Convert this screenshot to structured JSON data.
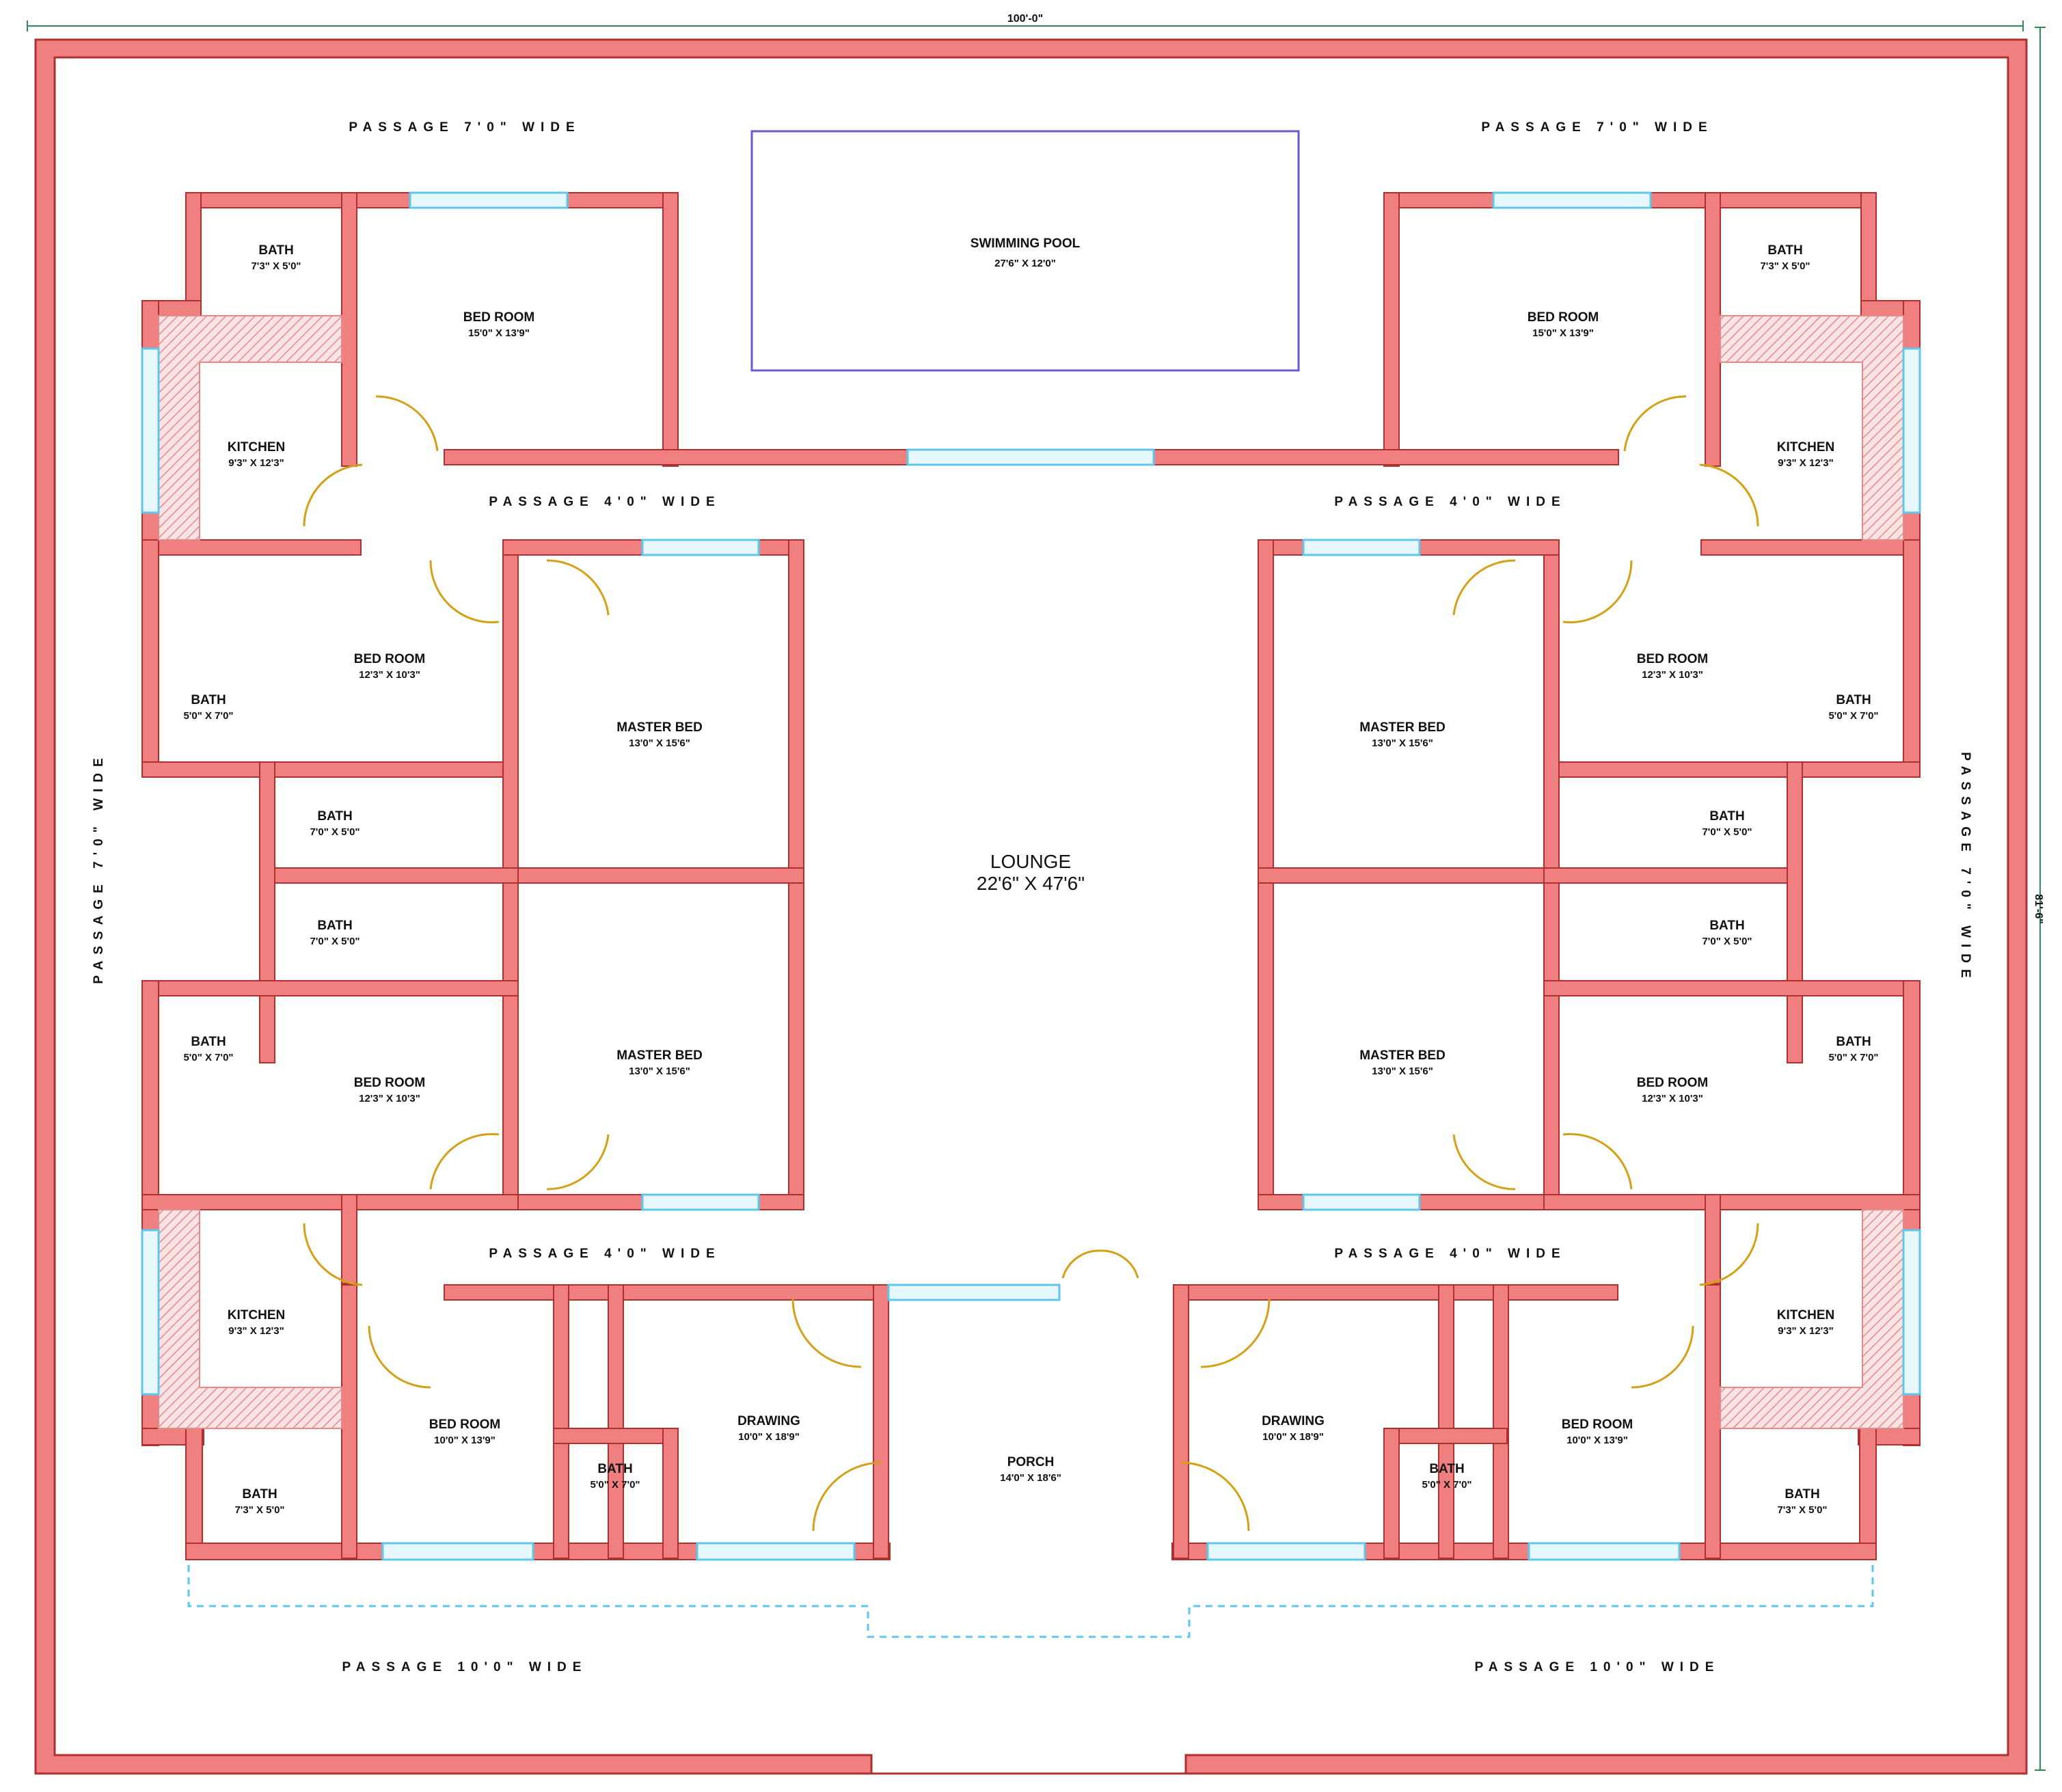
{
  "overall": {
    "width_dim": "100'-0\"",
    "height_dim": "81'-6\""
  },
  "colors": {
    "wall": "#f08080",
    "wall_stroke": "#b03030",
    "window": "#5fc6ec",
    "door": "#d4a017",
    "pool": "#6a5acd",
    "hatch": "#e8a0a0"
  },
  "labels": {
    "pool": {
      "name": "SWIMMING POOL",
      "dim": "27'6\" X 12'0\""
    },
    "lounge": {
      "name": "LOUNGE",
      "dim": "22'6\" X 47'6\""
    },
    "porch": {
      "name": "PORCH",
      "dim": "14'0\" X 18'6\""
    },
    "top_left_bath": {
      "name": "BATH",
      "dim": "7'3\" X 5'0\""
    },
    "top_right_bath": {
      "name": "BATH",
      "dim": "7'3\" X 5'0\""
    },
    "top_left_bed": {
      "name": "BED ROOM",
      "dim": "15'0\" X 13'9\""
    },
    "top_right_bed": {
      "name": "BED ROOM",
      "dim": "15'0\" X 13'9\""
    },
    "top_left_kitchen": {
      "name": "KITCHEN",
      "dim": "9'3\" X 12'3\""
    },
    "top_right_kitchen": {
      "name": "KITCHEN",
      "dim": "9'3\" X 12'3\""
    },
    "left_upper_bed": {
      "name": "BED ROOM",
      "dim": "12'3\" X 10'3\""
    },
    "left_upper_bath_small": {
      "name": "BATH",
      "dim": "5'0\" X 7'0\""
    },
    "left_upper_master": {
      "name": "MASTER BED",
      "dim": "13'0\" X 15'6\""
    },
    "left_mid_bath_a": {
      "name": "BATH",
      "dim": "7'0\" X 5'0\""
    },
    "left_mid_bath_b": {
      "name": "BATH",
      "dim": "7'0\" X 5'0\""
    },
    "left_lower_bath_small": {
      "name": "BATH",
      "dim": "5'0\" X 7'0\""
    },
    "left_lower_bed": {
      "name": "BED ROOM",
      "dim": "12'3\" X 10'3\""
    },
    "left_lower_master": {
      "name": "MASTER BED",
      "dim": "13'0\" X 15'6\""
    },
    "right_upper_master": {
      "name": "MASTER BED",
      "dim": "13'0\" X 15'6\""
    },
    "right_upper_bed": {
      "name": "BED ROOM",
      "dim": "12'3\" X 10'3\""
    },
    "right_upper_bath_small": {
      "name": "BATH",
      "dim": "5'0\" X 7'0\""
    },
    "right_mid_bath_a": {
      "name": "BATH",
      "dim": "7'0\" X 5'0\""
    },
    "right_mid_bath_b": {
      "name": "BATH",
      "dim": "7'0\" X 5'0\""
    },
    "right_lower_master": {
      "name": "MASTER BED",
      "dim": "13'0\" X 15'6\""
    },
    "right_lower_bed": {
      "name": "BED ROOM",
      "dim": "12'3\" X 10'3\""
    },
    "right_lower_bath_small": {
      "name": "BATH",
      "dim": "5'0\" X 7'0\""
    },
    "bottom_left_kitchen": {
      "name": "KITCHEN",
      "dim": "9'3\" X 12'3\""
    },
    "bottom_right_kitchen": {
      "name": "KITCHEN",
      "dim": "9'3\" X 12'3\""
    },
    "bottom_left_bed": {
      "name": "BED ROOM",
      "dim": "10'0\" X 13'9\""
    },
    "bottom_right_bed": {
      "name": "BED ROOM",
      "dim": "10'0\" X 13'9\""
    },
    "bottom_left_bath": {
      "name": "BATH",
      "dim": "7'3\" X 5'0\""
    },
    "bottom_right_bath": {
      "name": "BATH",
      "dim": "7'3\" X 5'0\""
    },
    "bottom_left_bath_mid": {
      "name": "BATH",
      "dim": "5'0\" X 7'0\""
    },
    "bottom_right_bath_mid": {
      "name": "BATH",
      "dim": "5'0\" X 7'0\""
    },
    "drawing_left": {
      "name": "DRAWING",
      "dim": "10'0\" X 18'9\""
    },
    "drawing_right": {
      "name": "DRAWING",
      "dim": "10'0\" X 18'9\""
    }
  },
  "passages": {
    "top_left": "PASSAGE 7'0\" WIDE",
    "top_right": "PASSAGE 7'0\" WIDE",
    "upper_left": "PASSAGE 4'0\" WIDE",
    "upper_right": "PASSAGE 4'0\" WIDE",
    "lower_left": "PASSAGE 4'0\" WIDE",
    "lower_right": "PASSAGE 4'0\" WIDE",
    "bottom_left": "PASSAGE 10'0\" WIDE",
    "bottom_right": "PASSAGE 10'0\" WIDE",
    "side_left": "PASSAGE 7'0\" WIDE",
    "side_right": "PASSAGE 7'0\" WIDE"
  }
}
